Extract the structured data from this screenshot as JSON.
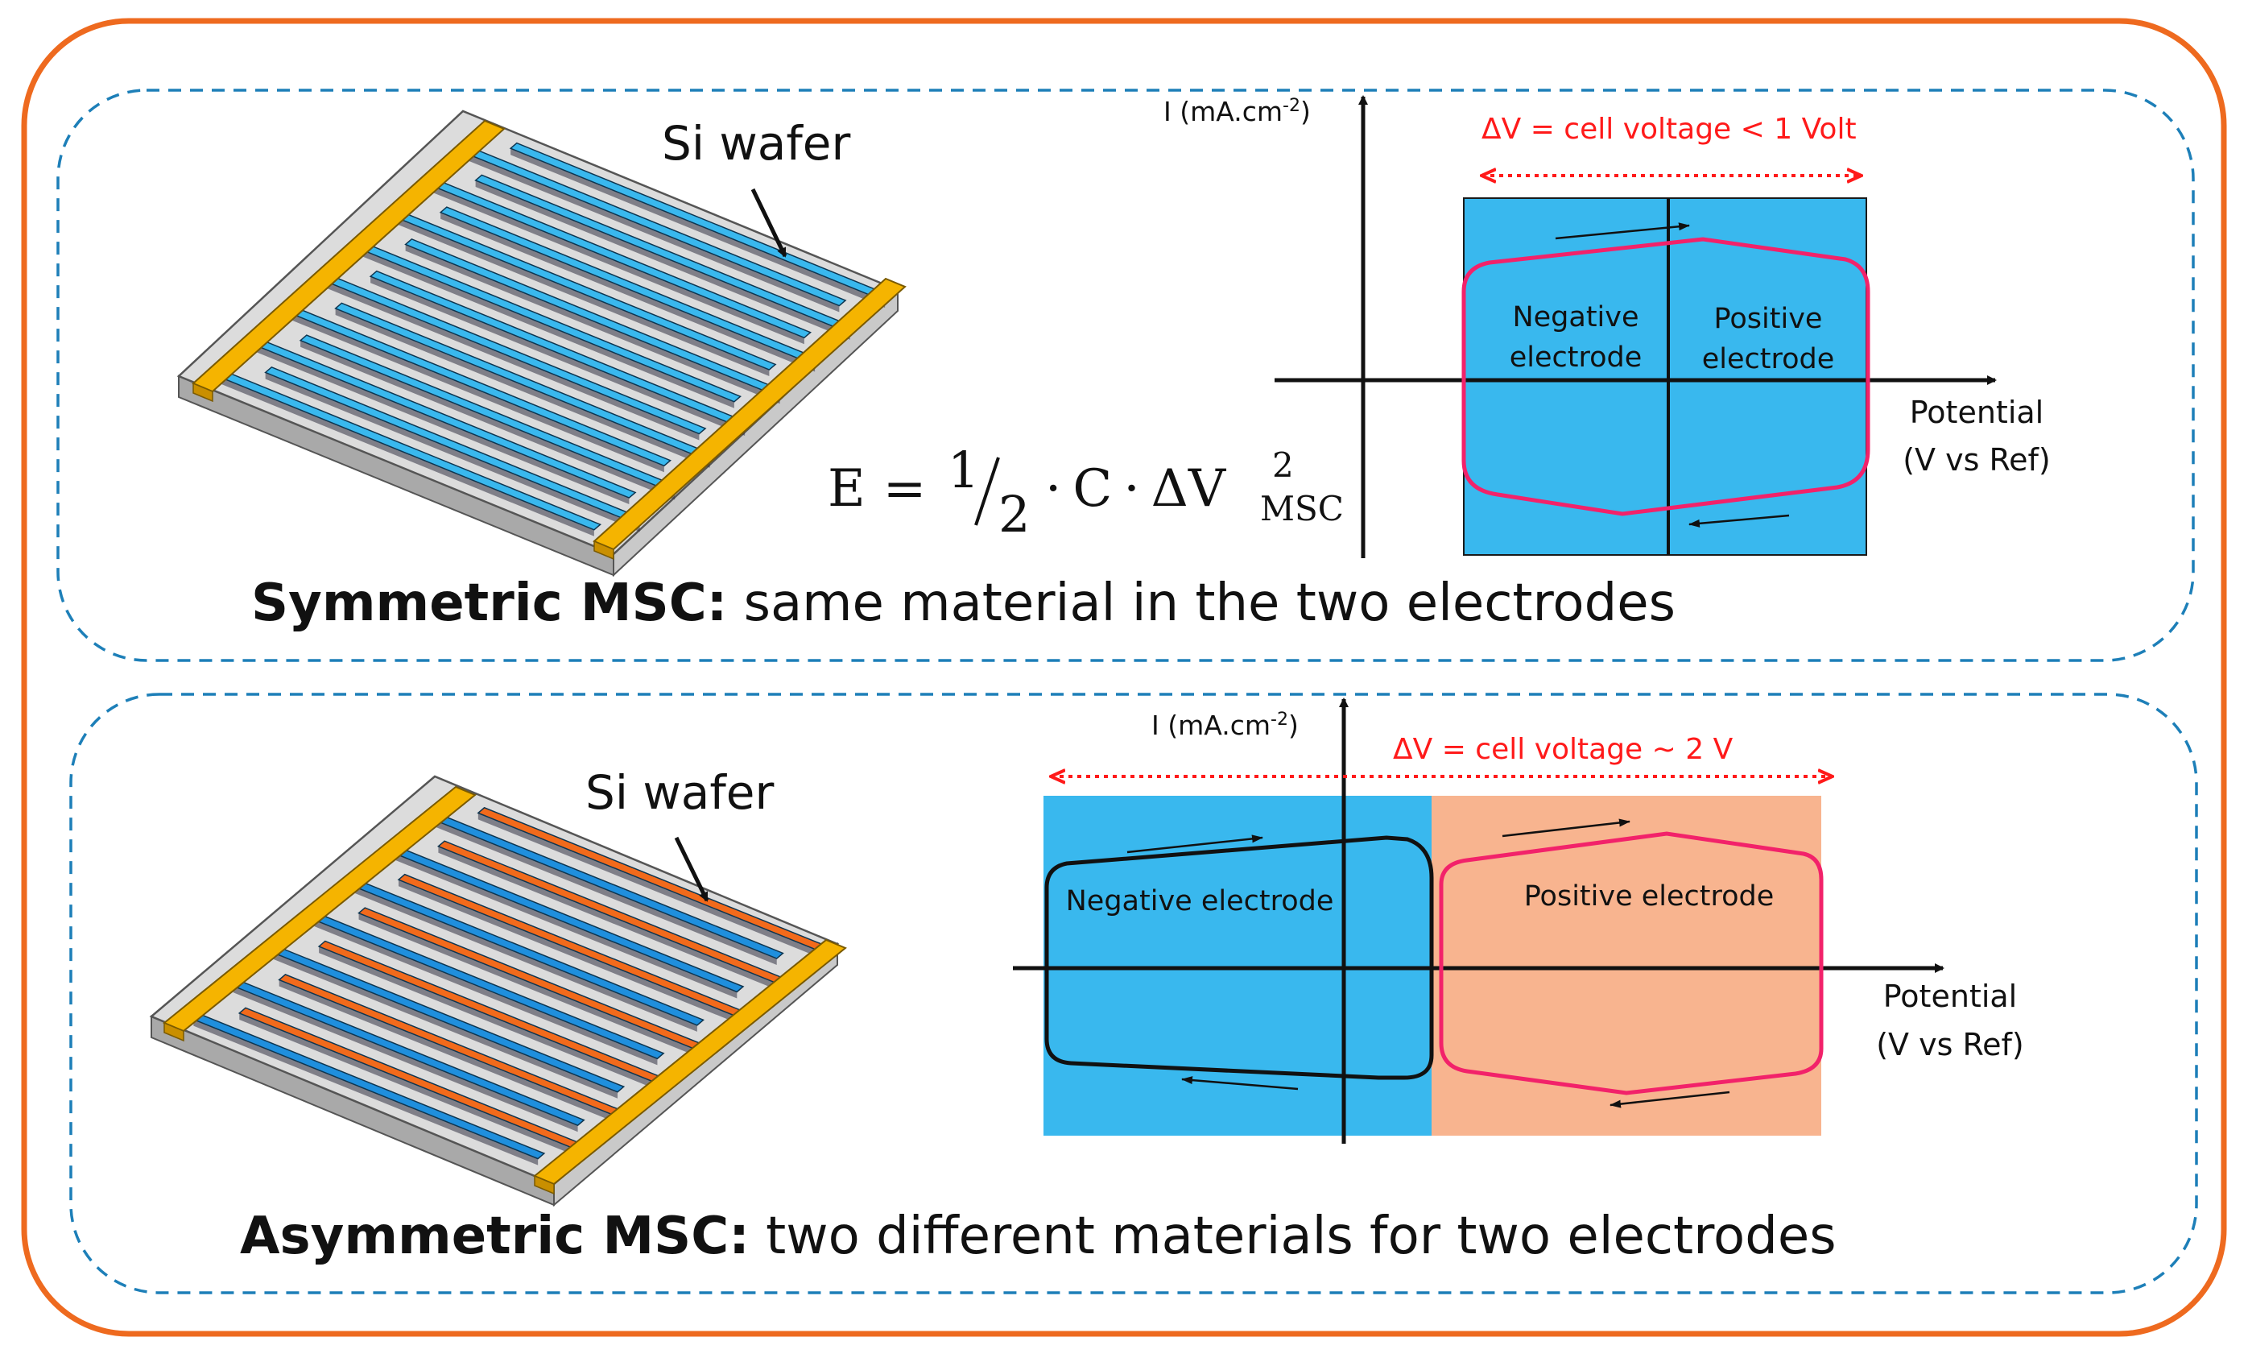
{
  "colors": {
    "outer_frame": "#ee6a1f",
    "dashed_panel": "#1d7fb8",
    "negative_electrode": "#39b8ee",
    "positive_electrode": "#f8b48f",
    "cv_positive_curve": "#f2226a",
    "delta_v_arrow": "#ff1a1a",
    "current_collector": "#f5b400",
    "finger_blue": "#39b8ee",
    "finger_dark_blue": "#1f8fdd",
    "finger_orange": "#f26a1b"
  },
  "symmetric": {
    "wafer_label": "Si wafer",
    "formula": {
      "lhs": "E",
      "equals": "=",
      "frac_num": "1",
      "frac_den": "2",
      "dot": "·",
      "c": "C",
      "dv": "ΔV",
      "sup": "2",
      "sub": "MSC"
    },
    "y_axis_label": "I (mA.cm",
    "y_axis_sup": "-2",
    "y_axis_close": ")",
    "delta_v_label": "ΔV = cell voltage  < 1 Volt",
    "negative_label_line1": "Negative",
    "negative_label_line2": "electrode",
    "positive_label_line1": "Positive",
    "positive_label_line2": "electrode",
    "x_axis_label_line1": "Potential",
    "x_axis_label_line2": "(V vs Ref)",
    "caption_bold": "Symmetric MSC:",
    "caption_rest": " same material in the two electrodes"
  },
  "asymmetric": {
    "wafer_label": "Si wafer",
    "y_axis_label": "I (mA.cm",
    "y_axis_sup": "-2",
    "y_axis_close": ")",
    "delta_v_label": "ΔV = cell voltage ~ 2 V",
    "negative_label": "Negative electrode",
    "positive_label": "Positive electrode",
    "x_axis_label_line1": "Potential",
    "x_axis_label_line2": "(V vs Ref)",
    "caption_bold": "Asymmetric MSC:",
    "caption_rest": " two different materials for two electrodes"
  }
}
